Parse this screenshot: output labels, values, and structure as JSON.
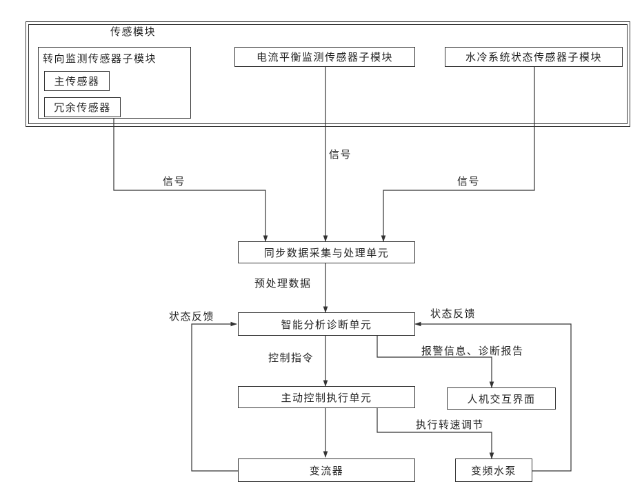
{
  "sensing_module": {
    "title": "传感模块",
    "steering": {
      "title": "转向监测传感器子模块",
      "main_sensor": "主传感器",
      "redundant_sensor": "冗余传感器"
    },
    "current": {
      "title": "电流平衡监测传感器子模块"
    },
    "water": {
      "title": "水冷系统状态传感器子模块"
    }
  },
  "units": {
    "sync": "同步数据采集与处理单元",
    "diagnosis": "智能分析诊断单元",
    "control": "主动控制执行单元",
    "hmi": "人机交互界面",
    "converter": "变流器",
    "pump": "变频水泵"
  },
  "labels": {
    "signal_left": "信号",
    "signal_middle": "信号",
    "signal_right": "信号",
    "preprocessed": "预处理数据",
    "feedback_left": "状态反馈",
    "feedback_right": "状态反馈",
    "command": "控制指令",
    "alarm": "报警信息、诊断报告",
    "speed": "执行转速调节"
  }
}
